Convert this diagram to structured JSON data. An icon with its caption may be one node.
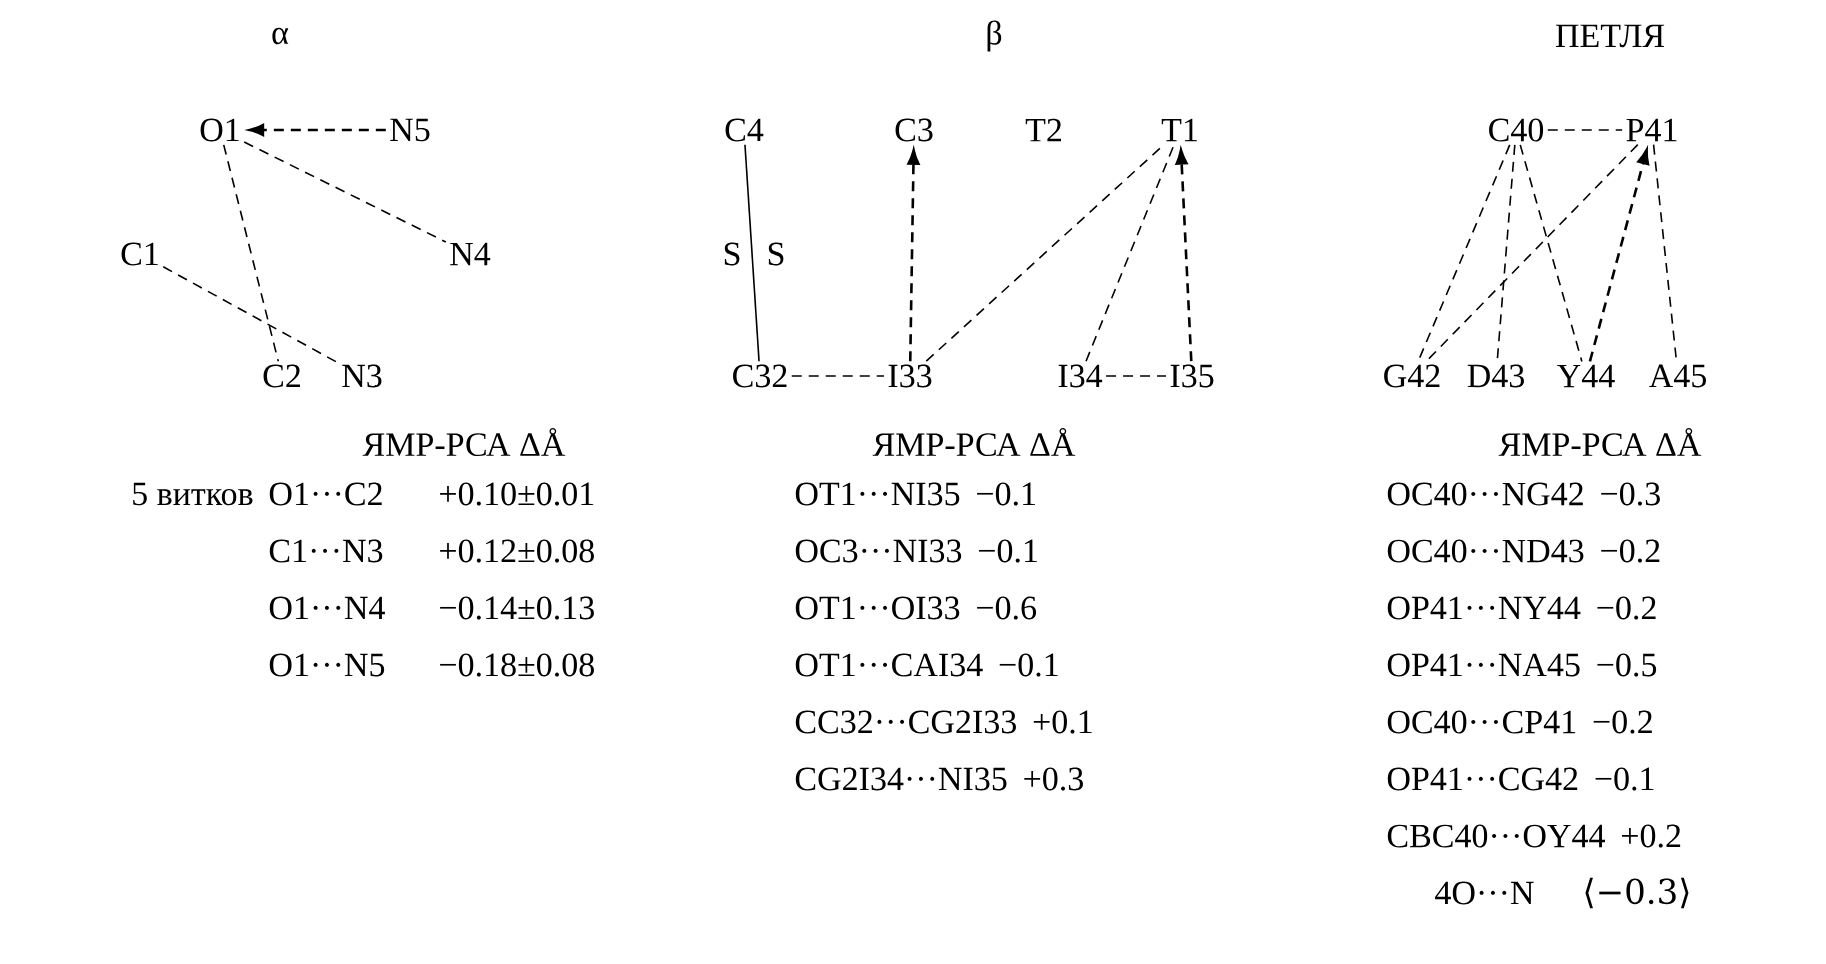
{
  "diagram": {
    "nodes": [
      {
        "text": [
          "O1"
        ]
      },
      {
        "text": [
          "N5"
        ]
      },
      {
        "text": [
          "C1"
        ]
      },
      {
        "text": [
          "N4"
        ]
      },
      {
        "text": [
          "C2"
        ]
      },
      {
        "text": [
          "N3"
        ]
      },
      {
        "text": [
          "C4"
        ]
      },
      {
        "text": [
          "C3"
        ]
      },
      {
        "text": [
          "T2"
        ]
      },
      {
        "text": [
          "T1"
        ]
      },
      {
        "text": [
          "C32"
        ]
      },
      {
        "text": [
          "I33"
        ]
      },
      {
        "text": [
          "I34"
        ]
      },
      {
        "text": [
          "I35"
        ]
      },
      {
        "text": [
          "C40"
        ]
      },
      {
        "text": [
          "P41"
        ]
      },
      {
        "text": [
          "G42"
        ]
      },
      {
        "text": [
          "D43"
        ]
      },
      {
        "text": [
          "Y44"
        ]
      },
      {
        "text": [
          "A45"
        ]
      }
    ],
    "edges": [
      {
        "from": 1,
        "to": 0,
        "arrow": "to",
        "style": "dashed"
      },
      {
        "from": 0,
        "to": 4,
        "arrow": "none",
        "style": "dashed"
      },
      {
        "from": 0,
        "to": 3,
        "arrow": "none",
        "style": "dashed"
      },
      {
        "from": 2,
        "to": 5,
        "arrow": "none",
        "style": "dashed"
      },
      {
        "from": 6,
        "to": 10,
        "arrow": "none"
      },
      {
        "from": 10,
        "to": 11,
        "arrow": "none",
        "style": "dashed"
      },
      {
        "from": 11,
        "to": 7,
        "arrow": "to",
        "style": "dashed"
      },
      {
        "from": 11,
        "to": 9,
        "arrow": "none",
        "style": "dashed"
      },
      {
        "from": 12,
        "to": 9,
        "arrow": "none",
        "style": "dashed"
      },
      {
        "from": 12,
        "to": 13,
        "arrow": "none",
        "style": "dashed"
      },
      {
        "from": 13,
        "to": 9,
        "arrow": "to",
        "style": "dashed"
      },
      {
        "from": 14,
        "to": 15,
        "arrow": "none",
        "style": "dashed"
      },
      {
        "from": 14,
        "to": 16,
        "arrow": "none",
        "style": "dashed"
      },
      {
        "from": 14,
        "to": 17,
        "arrow": "none",
        "style": "dashed"
      },
      {
        "from": 14,
        "to": 18,
        "arrow": "none",
        "style": "dashed"
      },
      {
        "from": 15,
        "to": 16,
        "arrow": "none",
        "style": "dashed"
      },
      {
        "from": 18,
        "to": 15,
        "arrow": "to",
        "style": "dashed"
      },
      {
        "from": 15,
        "to": 19,
        "arrow": "none",
        "style": "dashed"
      }
    ],
    "labels": [
      "α",
      "β",
      "ПЕТЛЯ",
      "S",
      "S",
      "ЯМР-РСА ΔÅ",
      "5 витков",
      "O1···C2",
      "+0.10±0.01",
      "C1···N3",
      "+0.12±0.08",
      "O1···N4",
      "−0.14±0.13",
      "O1···N5",
      "−0.18±0.08",
      "ЯМР-РСА ΔÅ",
      "OT1···NI35",
      "−0.1",
      "OC3···NI33",
      "−0.1",
      "OT1···OI33",
      "−0.6",
      "OT1···CAI34",
      "−0.1",
      "CC32···CG2I33",
      "+0.1",
      "CG2I34···NI35",
      "+0.3",
      "ЯМР-РСА ΔÅ",
      "OC40···NG42",
      "−0.3",
      "OC40···ND43",
      "−0.2",
      "OP41···NY44",
      "−0.2",
      "OP41···NA45",
      "−0.5",
      "OC40···CP41",
      "−0.2",
      "OP41···CG42",
      "−0.1",
      "CBC40···OY44",
      "+0.2",
      "4O···N",
      "⟨−0.3⟩"
    ]
  }
}
